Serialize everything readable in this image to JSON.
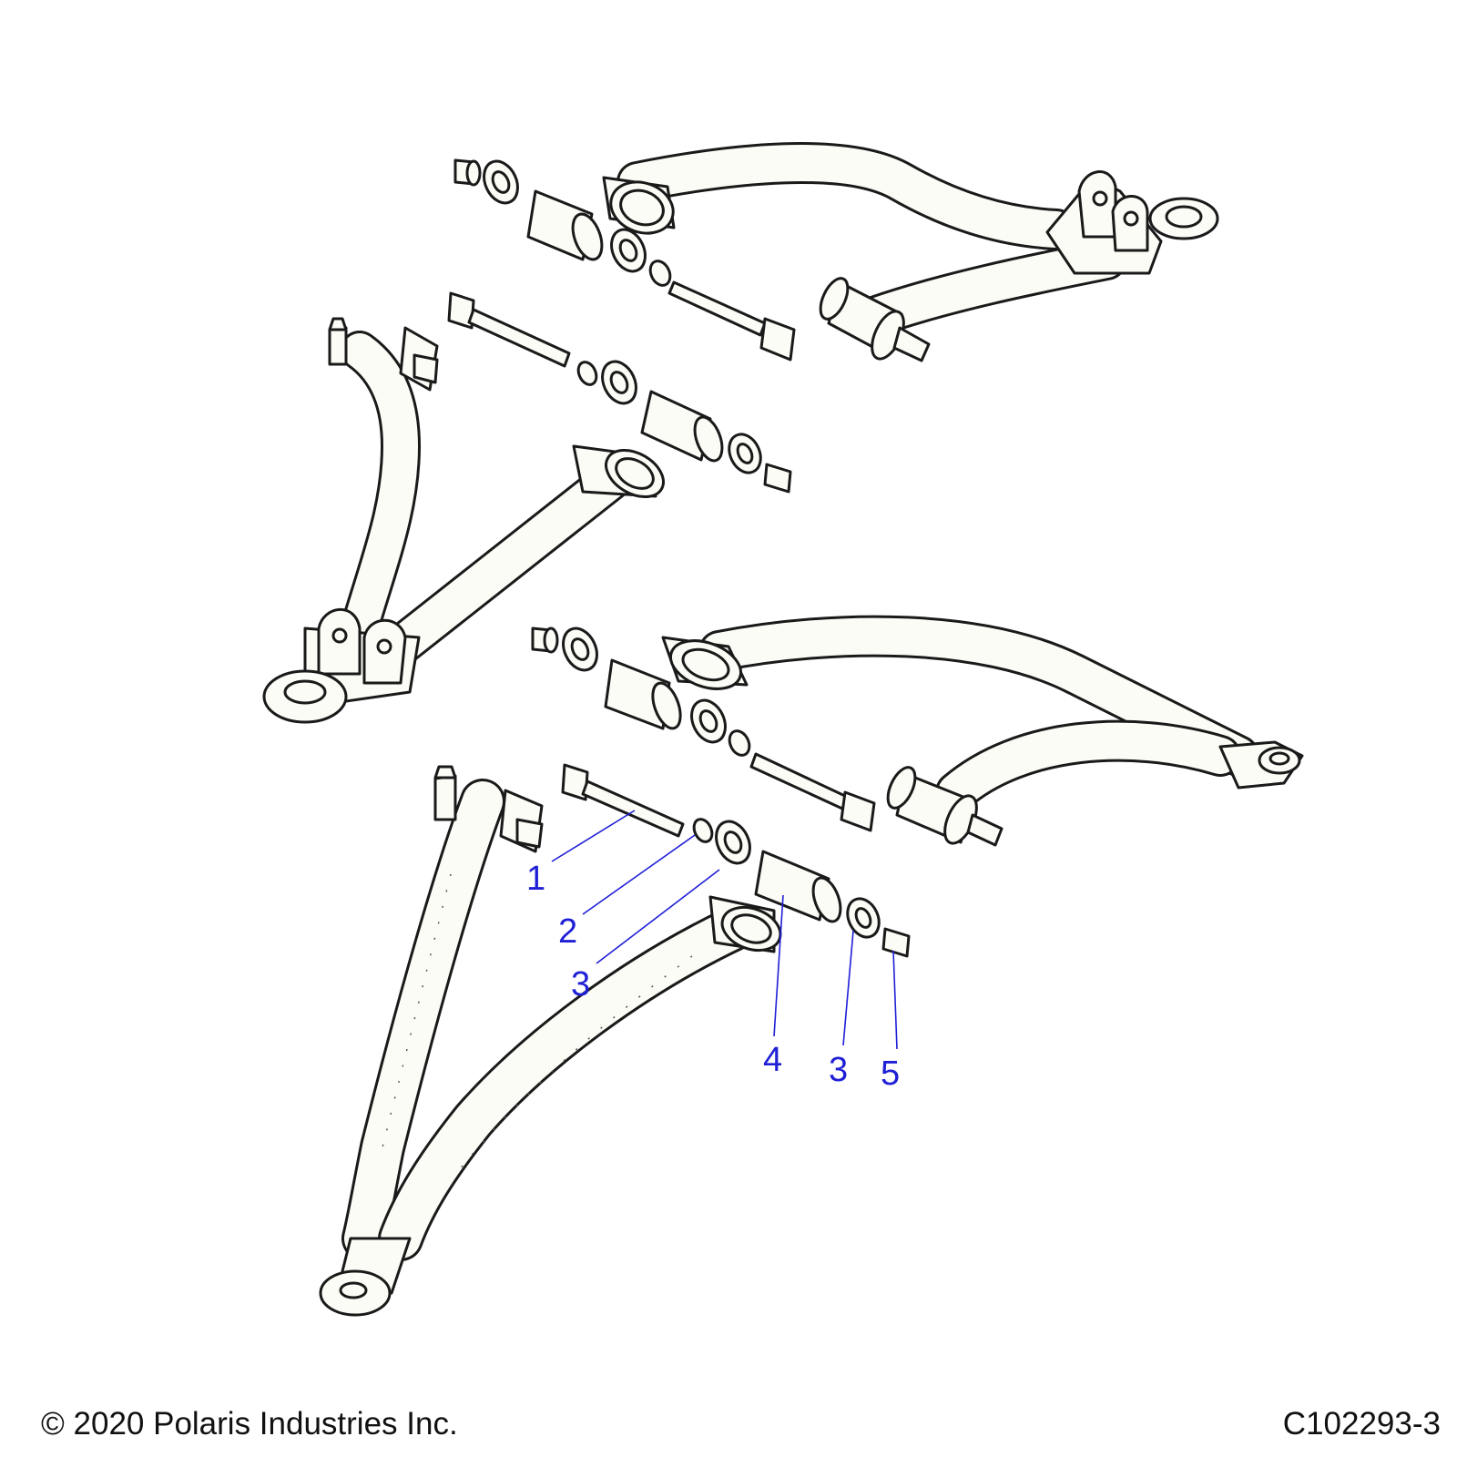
{
  "callouts": {
    "c1": "1",
    "c2": "2",
    "c3a": "3",
    "c4": "4",
    "c3b": "3",
    "c5": "5"
  },
  "footer": {
    "copyright": "© 2020 Polaris Industries Inc.",
    "figure_id": "C102293-3"
  },
  "colors": {
    "callout": "#1f1fd6",
    "line": "#1a1a1a",
    "part_fill": "#fcfcf6"
  }
}
